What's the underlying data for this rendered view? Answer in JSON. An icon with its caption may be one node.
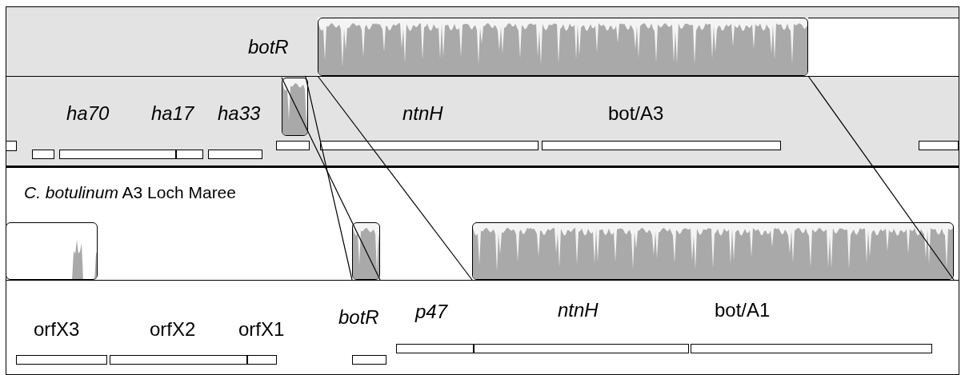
{
  "diagram": {
    "nodes": [
      {
        "text": [],
        "shape": "box"
      },
      {
        "text": [],
        "shape": "box"
      },
      {
        "text": [],
        "shape": "box"
      },
      {
        "text": [],
        "shape": "box"
      },
      {
        "text": [],
        "shape": "box"
      }
    ],
    "edges": [
      {
        "from": 0,
        "to": 4,
        "arrow": "none"
      },
      {
        "from": 0,
        "to": 4,
        "arrow": "none"
      },
      {
        "from": 1,
        "to": 3,
        "arrow": "none"
      },
      {
        "from": 1,
        "to": 3,
        "arrow": "none"
      }
    ],
    "labels": [
      "botR",
      "ha70",
      "ha17",
      "ha33",
      "ntnH",
      "bot/A3",
      "*C. botulinum* A3 Loch Maree",
      "orfX3",
      "orfX2",
      "orfX1",
      "botR",
      "p47",
      "ntnH",
      "bot/A1"
    ]
  }
}
